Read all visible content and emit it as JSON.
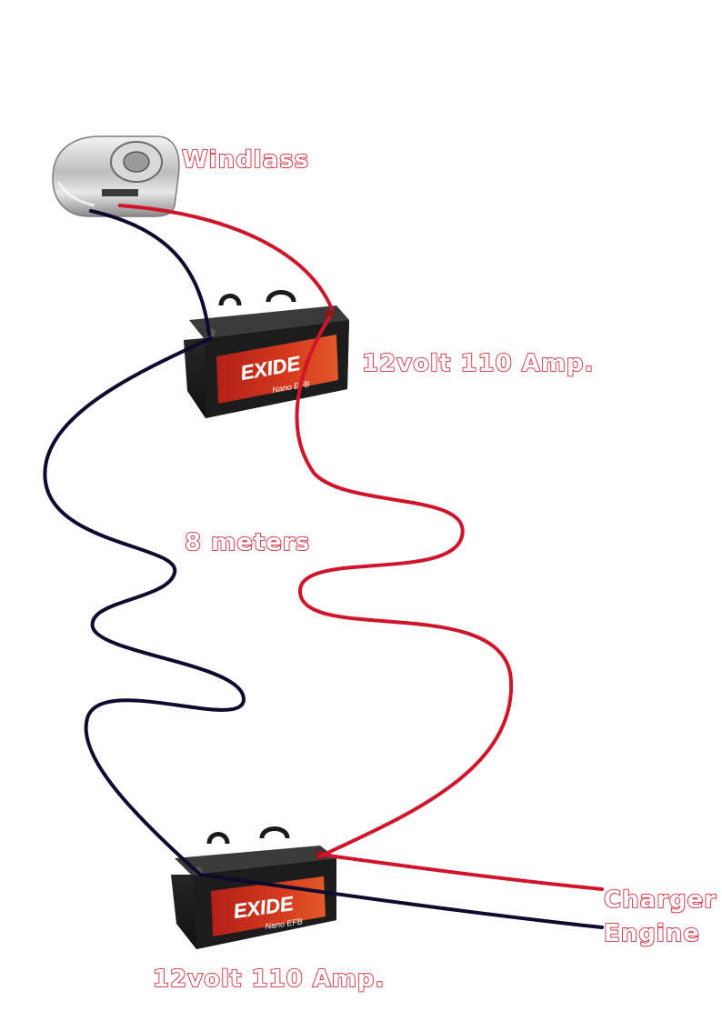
{
  "labels": {
    "windlass": "Windlass",
    "battery_top": "12volt 110 Amp.",
    "cable_length": "8 meters",
    "charger": "Charger",
    "engine": "Engine",
    "battery_bottom": "12volt 110 Amp."
  },
  "battery": {
    "brand": "EXIDE",
    "model": "Nano EFB"
  },
  "colors": {
    "positive_cable": "#d0142a",
    "negative_cable": "#0d0a2e",
    "label_outline": "#d0142a"
  }
}
